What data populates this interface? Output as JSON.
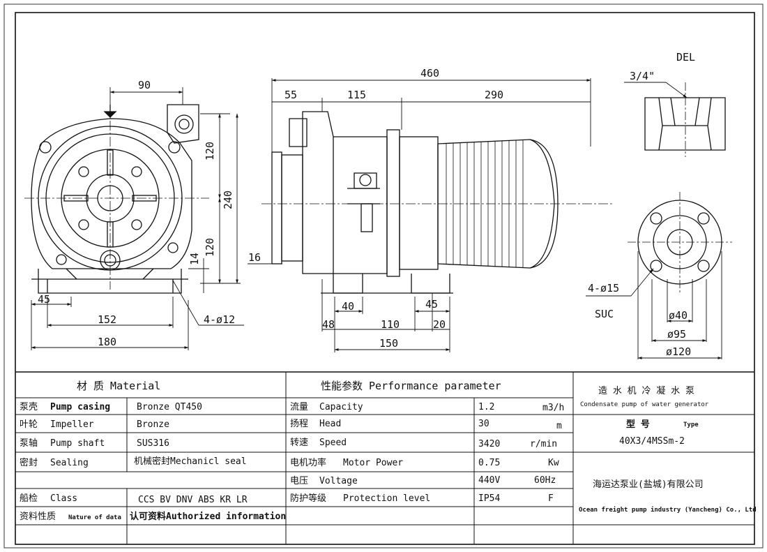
{
  "views": {
    "front": {
      "dims": {
        "d90": "90",
        "d120_top": "120",
        "d240": "240",
        "d120_bottom": "120",
        "d14": "14",
        "d45": "45",
        "d152": "152",
        "d180": "180",
        "holes": "4-ø12"
      }
    },
    "side": {
      "dims": {
        "d460": "460",
        "d55": "55",
        "d115": "115",
        "d290": "290",
        "d16": "16",
        "d40": "40",
        "d45": "45",
        "d48": "48",
        "d110": "110",
        "d20": "20",
        "d150": "150"
      }
    },
    "del": {
      "label": "DEL",
      "thread": "3/4\""
    },
    "suc": {
      "label": "SUC",
      "holes": "4-ø15",
      "d40": "ø40",
      "d95": "ø95",
      "d120": "ø120"
    }
  },
  "title_block": {
    "material_header": "材  质  Material",
    "performance_header": "性能参数 Performance parameter",
    "product_name_cn": "造 水 机 冷 凝 水 泵",
    "product_name_en": "Condensate pump of water generator",
    "type_label_cn": "型   号",
    "type_label_en": "Type",
    "type_value": "40X3/4MSSm-2",
    "company_cn": "海运达泵业(盐城)有限公司",
    "company_en": "Ocean freight pump industry (Yancheng) Co., Ltd",
    "materials": [
      {
        "cn": "泵壳",
        "en": "Pump casing",
        "value": "Bronze    QT450"
      },
      {
        "cn": "叶轮",
        "en": "Impeller",
        "value": "Bronze"
      },
      {
        "cn": "泵轴",
        "en": "Pump shaft",
        "value": "SUS316"
      },
      {
        "cn": "密封",
        "en": "Sealing",
        "value": "机械密封Mechanicl seal"
      },
      {
        "cn": "",
        "en": "",
        "value": ""
      },
      {
        "cn": "船检",
        "en": "Class",
        "value": "CCS BV DNV ABS KR LR"
      },
      {
        "cn": "资料性质",
        "en": "Nature of data",
        "value": "认可资料Authorized information"
      }
    ],
    "performance": [
      {
        "cn": "流量",
        "en": "Capacity",
        "value": "1.2",
        "unit": "m3/h"
      },
      {
        "cn": "扬程",
        "en": "Head",
        "value": "30",
        "unit": "m"
      },
      {
        "cn": "转速",
        "en": "Speed",
        "value": "3420",
        "unit": "r/min"
      },
      {
        "cn": "电机功率",
        "en": "Motor Power",
        "value": "0.75",
        "unit": "Kw"
      },
      {
        "cn": "电压",
        "en": "Voltage",
        "value": "440V",
        "unit": "60Hz"
      },
      {
        "cn": "防护等级",
        "en": "Protection level",
        "value": "IP54",
        "unit": "F"
      }
    ]
  }
}
